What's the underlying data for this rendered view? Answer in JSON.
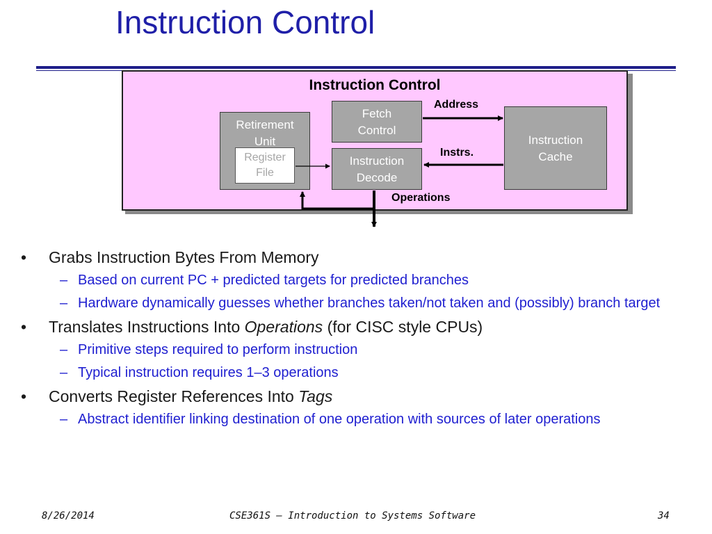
{
  "slide": {
    "title": "Instruction Control"
  },
  "diagram": {
    "title": "Instruction Control",
    "boxes": {
      "retirement_unit": [
        "Retirement",
        "Unit"
      ],
      "register_file": [
        "Register",
        "File"
      ],
      "fetch_control": [
        "Fetch",
        "Control"
      ],
      "instruction_decode": [
        "Instruction",
        "Decode"
      ],
      "instruction_cache": [
        "Instruction",
        "Cache"
      ]
    },
    "labels": {
      "address": "Address",
      "instrs": "Instrs.",
      "operations": "Operations"
    }
  },
  "bullets": [
    {
      "text": "Grabs Instruction Bytes From Memory",
      "subs": [
        "Based on current PC + predicted targets for predicted branches",
        "Hardware dynamically guesses whether branches taken/not taken and (possibly) branch target"
      ]
    },
    {
      "text_before": "Translates Instructions Into ",
      "text_em": "Operations",
      "text_after": " (for CISC style CPUs)",
      "subs": [
        "Primitive steps required to perform instruction",
        "Typical instruction requires 1–3 operations"
      ]
    },
    {
      "text_before": "Converts Register References Into ",
      "text_em": "Tags",
      "subs": [
        "Abstract identifier linking destination of one operation with sources of later operations"
      ]
    }
  ],
  "footer": {
    "date": "8/26/2014",
    "course": "CSE361S – Introduction to Systems Software",
    "page": "34"
  }
}
